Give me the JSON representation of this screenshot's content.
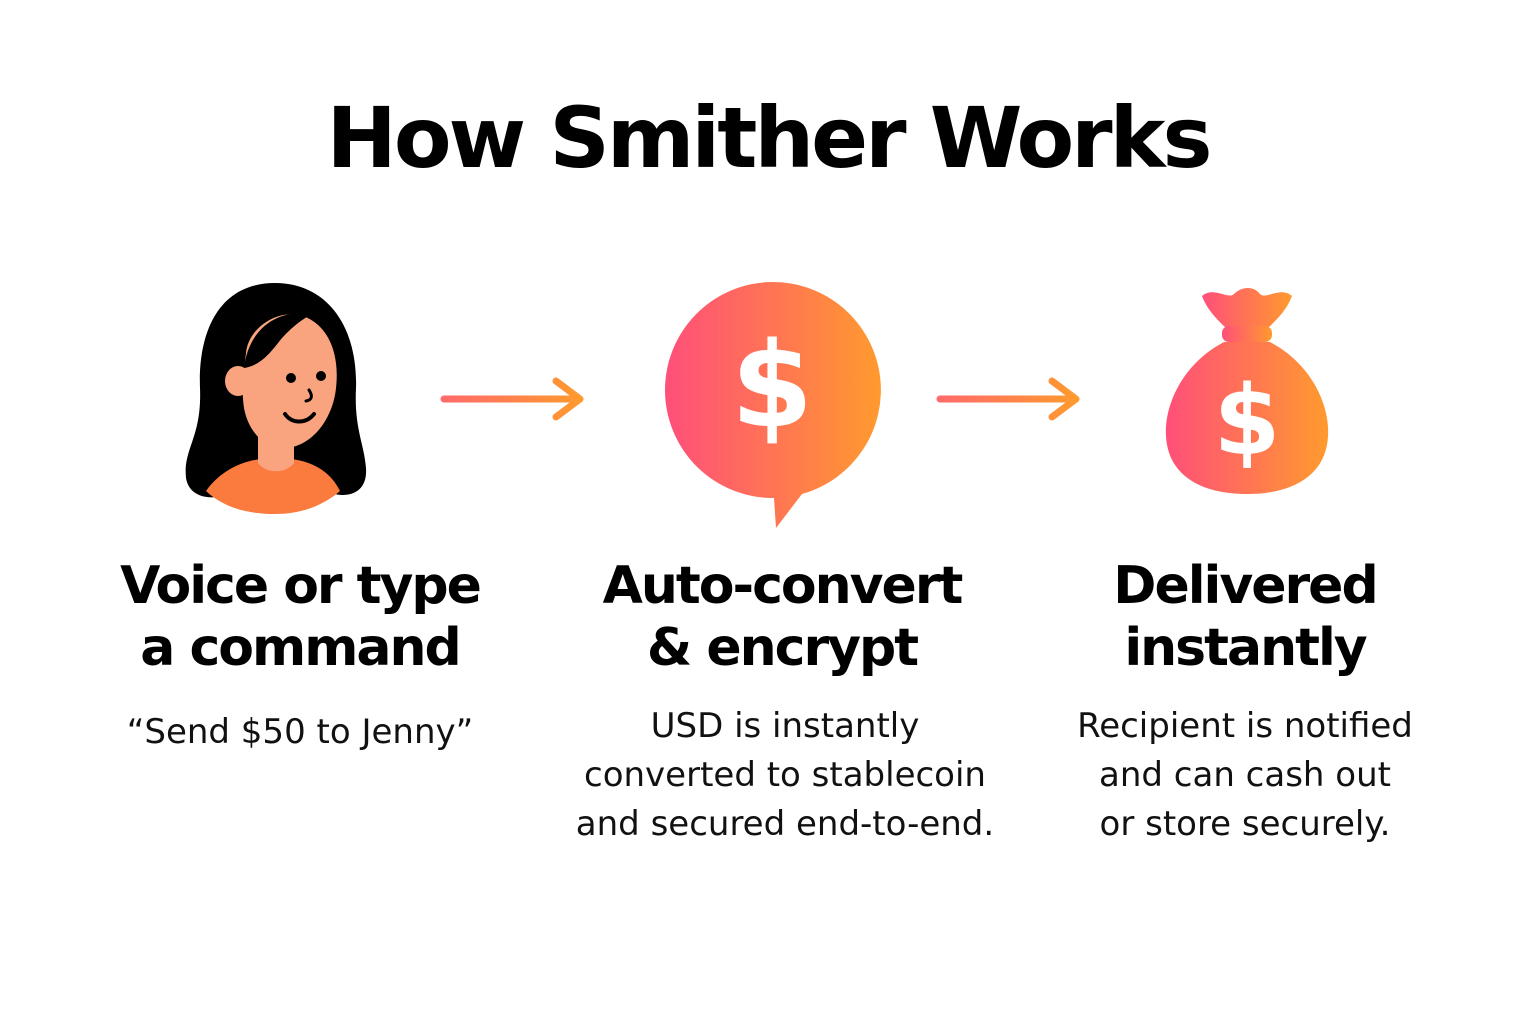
{
  "title": "How Smither Works",
  "colors": {
    "gradient_start": "#ff4f7a",
    "gradient_end": "#ff9a2e",
    "skin": "#f9a47f",
    "hair": "#000000",
    "shirt": "#fb7a3e",
    "text": "#000000"
  },
  "steps": [
    {
      "icon": "person-icon",
      "heading_lines": [
        "Voice or type",
        "a command"
      ],
      "text_lines": [
        "“Send $50 to Jenny”"
      ]
    },
    {
      "icon": "dollar-chat-bubble-icon",
      "heading_lines": [
        "Auto-convert",
        "& encrypt"
      ],
      "text_lines": [
        "USD is instantly",
        "converted to stablecoin",
        "and secured end-to-end."
      ]
    },
    {
      "icon": "money-bag-icon",
      "heading_lines": [
        "Delivered",
        "instantly"
      ],
      "text_lines": [
        "Recipient is notified",
        "and can cash out",
        "or store securely."
      ]
    }
  ],
  "arrows": [
    "arrow-right-icon",
    "arrow-right-icon"
  ]
}
